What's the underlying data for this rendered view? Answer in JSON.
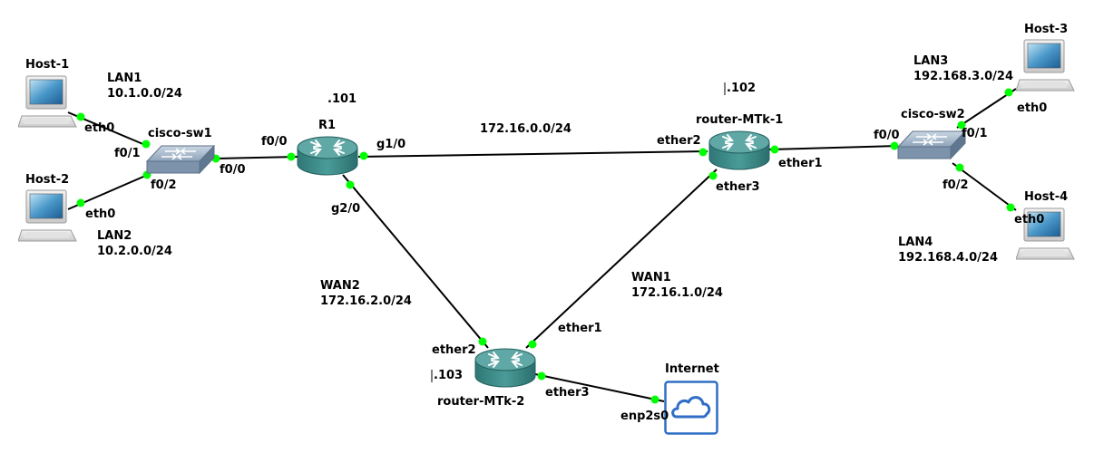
{
  "colors": {
    "link": "#000000",
    "port": "#00ff00",
    "router": "#3a8a88",
    "switch": "#7a92ab",
    "cloud": "#2f6ec4"
  },
  "nodes": {
    "host1": {
      "name": "Host-1",
      "icon": "laptop-icon"
    },
    "host2": {
      "name": "Host-2",
      "icon": "laptop-icon"
    },
    "host3": {
      "name": "Host-3",
      "icon": "laptop-icon"
    },
    "host4": {
      "name": "Host-4",
      "icon": "laptop-icon"
    },
    "sw1": {
      "name": "cisco-sw1",
      "icon": "switch-icon"
    },
    "sw2": {
      "name": "cisco-sw2",
      "icon": "switch-icon"
    },
    "r1": {
      "name": "R1",
      "icon": "router-icon"
    },
    "mtk1": {
      "name": "router-MTk-1",
      "icon": "router-icon"
    },
    "mtk2": {
      "name": "router-MTk-2",
      "icon": "router-icon"
    },
    "internet": {
      "name": "Internet",
      "icon": "cloud-icon"
    }
  },
  "networks": {
    "lan1": {
      "name": "LAN1",
      "subnet": "10.1.0.0/24"
    },
    "lan2": {
      "name": "LAN2",
      "subnet": "10.2.0.0/24"
    },
    "lan3": {
      "name": "LAN3",
      "subnet": "192.168.3.0/24"
    },
    "lan4": {
      "name": "LAN4",
      "subnet": "192.168.4.0/24"
    },
    "wan1": {
      "name": "WAN1",
      "subnet": "172.16.1.0/24"
    },
    "wan2": {
      "name": "WAN2",
      "subnet": "172.16.2.0/24"
    },
    "core": {
      "subnet": "172.16.0.0/24"
    }
  },
  "host_ids": {
    "r1": ".101",
    "mtk1": ".102",
    "mtk2": ".103"
  },
  "ports": {
    "host1_eth0": "eth0",
    "host2_eth0": "eth0",
    "host3_eth0": "eth0",
    "host4_eth0": "eth0",
    "sw1_f01": "f0/1",
    "sw1_f02": "f0/2",
    "sw1_f00": "f0/0",
    "r1_f00": "f0/0",
    "r1_g10": "g1/0",
    "r1_g20": "g2/0",
    "mtk1_ether2": "ether2",
    "mtk1_ether1": "ether1",
    "mtk1_ether3": "ether3",
    "sw2_f00": "f0/0",
    "sw2_f01": "f0/1",
    "sw2_f02": "f0/2",
    "mtk2_ether2": "ether2",
    "mtk2_ether1": "ether1",
    "mtk2_ether3": "ether3",
    "internet_enp2s0": "enp2s0"
  }
}
